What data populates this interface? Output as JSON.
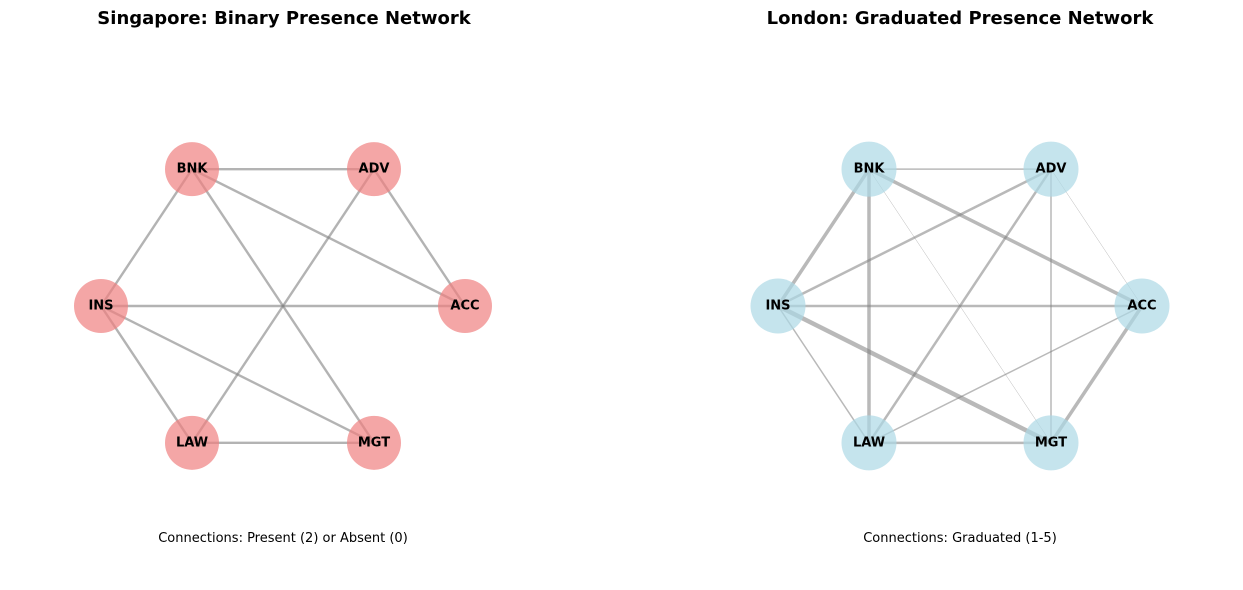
{
  "panels": [
    {
      "title": "Singapore: Binary Presence Network",
      "caption": "Connections: Present (2) or Absent (0)",
      "node_color": "#f08080",
      "node_opacity": 0.7,
      "nodes": [
        "BNK",
        "ADV",
        "ACC",
        "MGT",
        "LAW",
        "INS"
      ],
      "edges": [
        {
          "source": "BNK",
          "target": "ADV",
          "weight": 2
        },
        {
          "source": "BNK",
          "target": "ACC",
          "weight": 2
        },
        {
          "source": "BNK",
          "target": "MGT",
          "weight": 2
        },
        {
          "source": "BNK",
          "target": "INS",
          "weight": 2
        },
        {
          "source": "ADV",
          "target": "ACC",
          "weight": 2
        },
        {
          "source": "ADV",
          "target": "LAW",
          "weight": 2
        },
        {
          "source": "INS",
          "target": "ACC",
          "weight": 2
        },
        {
          "source": "INS",
          "target": "LAW",
          "weight": 2
        },
        {
          "source": "INS",
          "target": "MGT",
          "weight": 2
        },
        {
          "source": "LAW",
          "target": "MGT",
          "weight": 2
        }
      ]
    },
    {
      "title": "London: Graduated Presence Network",
      "caption": "Connections: Graduated (1-5)",
      "node_color": "#add8e6",
      "node_opacity": 0.7,
      "nodes": [
        "BNK",
        "ADV",
        "ACC",
        "MGT",
        "LAW",
        "INS"
      ],
      "edges": [
        {
          "source": "BNK",
          "target": "ADV",
          "weight": 2
        },
        {
          "source": "BNK",
          "target": "ACC",
          "weight": 4
        },
        {
          "source": "BNK",
          "target": "MGT",
          "weight": 1
        },
        {
          "source": "BNK",
          "target": "LAW",
          "weight": 4
        },
        {
          "source": "BNK",
          "target": "INS",
          "weight": 4
        },
        {
          "source": "ADV",
          "target": "ACC",
          "weight": 1
        },
        {
          "source": "ADV",
          "target": "MGT",
          "weight": 2
        },
        {
          "source": "ADV",
          "target": "LAW",
          "weight": 3
        },
        {
          "source": "ADV",
          "target": "INS",
          "weight": 3
        },
        {
          "source": "ACC",
          "target": "MGT",
          "weight": 4
        },
        {
          "source": "ACC",
          "target": "LAW",
          "weight": 2
        },
        {
          "source": "ACC",
          "target": "INS",
          "weight": 3
        },
        {
          "source": "MGT",
          "target": "LAW",
          "weight": 3
        },
        {
          "source": "MGT",
          "target": "INS",
          "weight": 5
        },
        {
          "source": "LAW",
          "target": "INS",
          "weight": 2
        }
      ]
    }
  ]
}
